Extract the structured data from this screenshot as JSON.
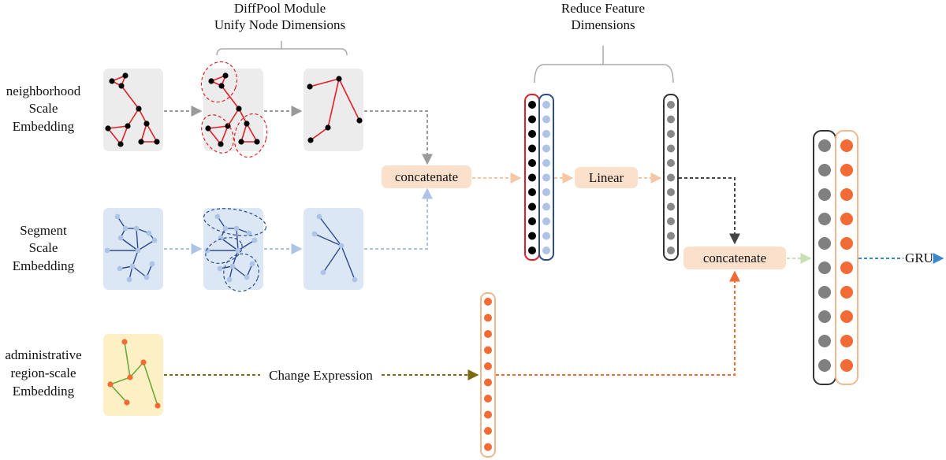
{
  "title_lines": [
    "DiffPool Module",
    "Unify Node Dimensions"
  ],
  "reduce_lines": [
    "Reduce Feature",
    "Dimensions"
  ],
  "rows": {
    "neighborhood": [
      "neighborhood",
      "Scale",
      "Embedding"
    ],
    "segment": [
      "Segment",
      "Scale",
      "Embedding"
    ],
    "admin": [
      "administrative",
      "region-scale",
      "Embedding"
    ]
  },
  "nodes": {
    "concat1": "concatenate",
    "linear": "Linear",
    "concat2": "concatenate"
  },
  "edge_labels": {
    "change": "Change Expression",
    "gru": "GRU"
  },
  "colors": {
    "red": "#e21f26",
    "blue": "#2c4a8c",
    "light_blue": "#aec3e6",
    "orange": "#f26b35",
    "gray_panel": "#ececec",
    "blue_panel": "#dbe7f5",
    "yellow_panel": "#fdf0c4",
    "peach": "#fbe0cc",
    "olive": "#7a6a10",
    "green_edge": "#6aaa3a",
    "gru_blue": "#3b87c8"
  }
}
